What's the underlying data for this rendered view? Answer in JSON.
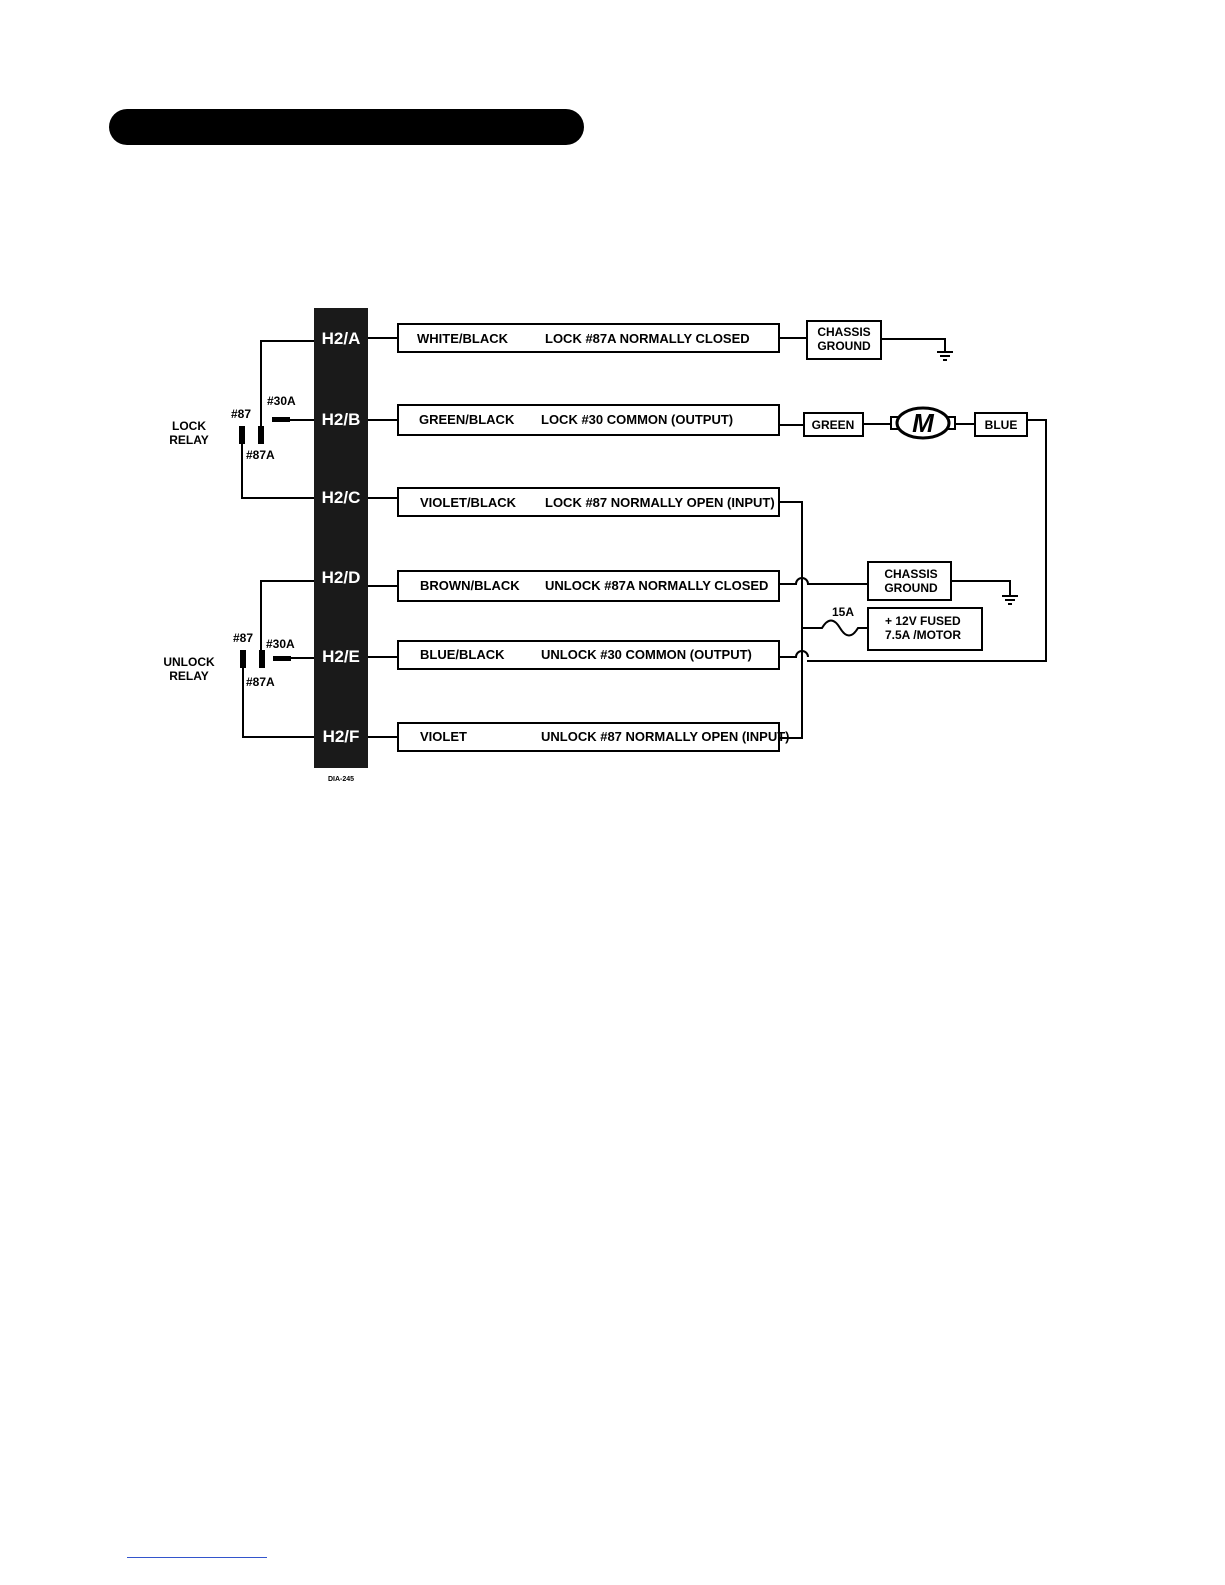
{
  "diagram": {
    "code": "DIA-245",
    "relays": {
      "lock": {
        "line1": "LOCK",
        "line2": "RELAY",
        "pin87": "#87",
        "pin30": "#30A",
        "pin87a": "#87A"
      },
      "unlock": {
        "line1": "UNLOCK",
        "line2": "RELAY",
        "pin87": "#87",
        "pin30": "#30A",
        "pin87a": "#87A"
      }
    },
    "pins": [
      {
        "id": "H2/A",
        "wire": "WHITE/BLACK",
        "desc": "LOCK #87A NORMALLY CLOSED"
      },
      {
        "id": "H2/B",
        "wire": "GREEN/BLACK",
        "desc": "LOCK #30 COMMON (OUTPUT)"
      },
      {
        "id": "H2/C",
        "wire": "VIOLET/BLACK",
        "desc": "LOCK #87 NORMALLY OPEN (INPUT)"
      },
      {
        "id": "H2/D",
        "wire": "BROWN/BLACK",
        "desc": "UNLOCK #87A NORMALLY CLOSED"
      },
      {
        "id": "H2/E",
        "wire": "BLUE/BLACK",
        "desc": "UNLOCK #30 COMMON (OUTPUT)"
      },
      {
        "id": "H2/F",
        "wire": "VIOLET",
        "desc": "UNLOCK #87 NORMALLY OPEN (INPUT)"
      }
    ],
    "ground_top": {
      "line1": "CHASSIS",
      "line2": "GROUND"
    },
    "ground_mid": {
      "line1": "CHASSIS",
      "line2": "GROUND"
    },
    "motor": {
      "left": "GREEN",
      "symbol": "M",
      "right": "BLUE"
    },
    "fuse": {
      "rating": "15A",
      "line1": "+ 12V FUSED",
      "line2": "7.5A /MOTOR"
    }
  }
}
